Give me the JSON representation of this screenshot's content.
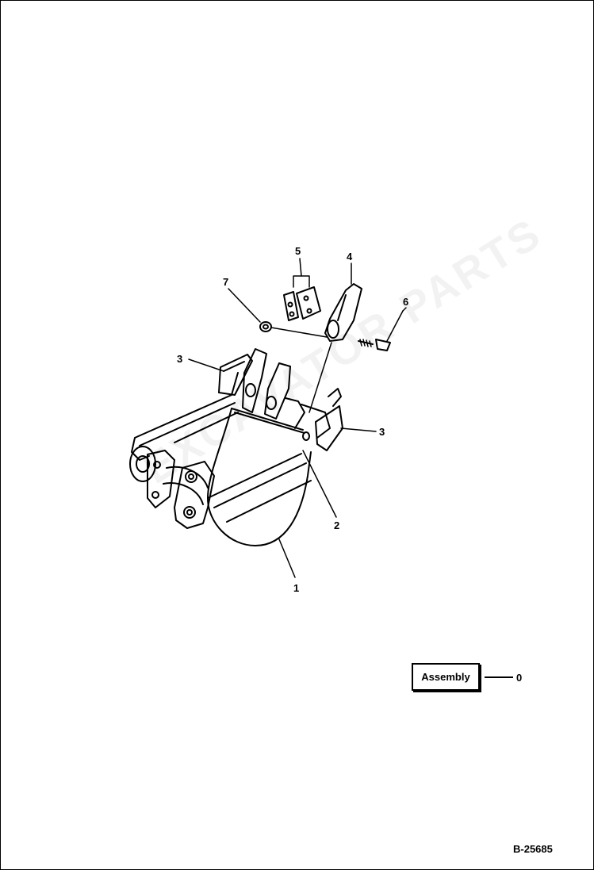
{
  "diagram": {
    "callouts": {
      "c1": "1",
      "c2": "2",
      "c3_left": "3",
      "c3_right": "3",
      "c4": "4",
      "c5": "5",
      "c6": "6",
      "c7": "7"
    },
    "assembly": {
      "label": "Assembly",
      "number": "0"
    },
    "drawing_number": "B-25685",
    "watermark_text": "EXCAVATOR PARTS"
  }
}
